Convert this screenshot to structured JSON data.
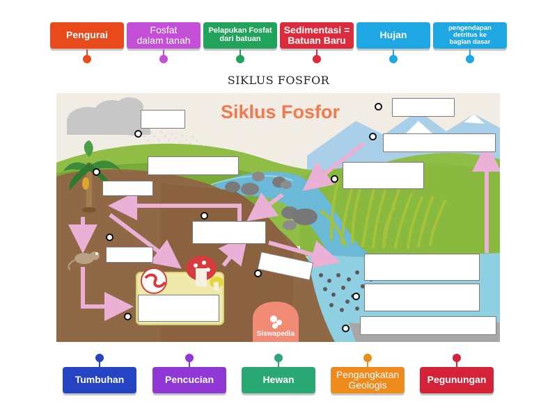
{
  "page_title": "SIKLUS FOSFOR",
  "diagram": {
    "heading": "Siklus Fosfor",
    "brand": "Siswapedia"
  },
  "top_tiles": [
    {
      "label": "Pengurai",
      "color": "#e84a1b"
    },
    {
      "label": "Fosfat\ndalam tanah",
      "color": "#c24fd6"
    },
    {
      "label": "Pelapukan Fosfat\ndari batuan",
      "color": "#21a35c"
    },
    {
      "label": "Sedimentasi =\nBatuan Baru",
      "color": "#db2b3c"
    },
    {
      "label": "Hujan",
      "color": "#1fa7e4"
    },
    {
      "label": "pengendapan\ndetritus ke\nbagian dasar",
      "color": "#1fa7e4"
    }
  ],
  "bottom_tiles": [
    {
      "label": "Tumbuhan",
      "color": "#2544c4"
    },
    {
      "label": "Pencucian",
      "color": "#9038d6"
    },
    {
      "label": "Hewan",
      "color": "#2aa873"
    },
    {
      "label": "Pengangkatan\nGeologis",
      "color": "#ef8a1c"
    },
    {
      "label": "Pegunungan",
      "color": "#d42339"
    }
  ]
}
